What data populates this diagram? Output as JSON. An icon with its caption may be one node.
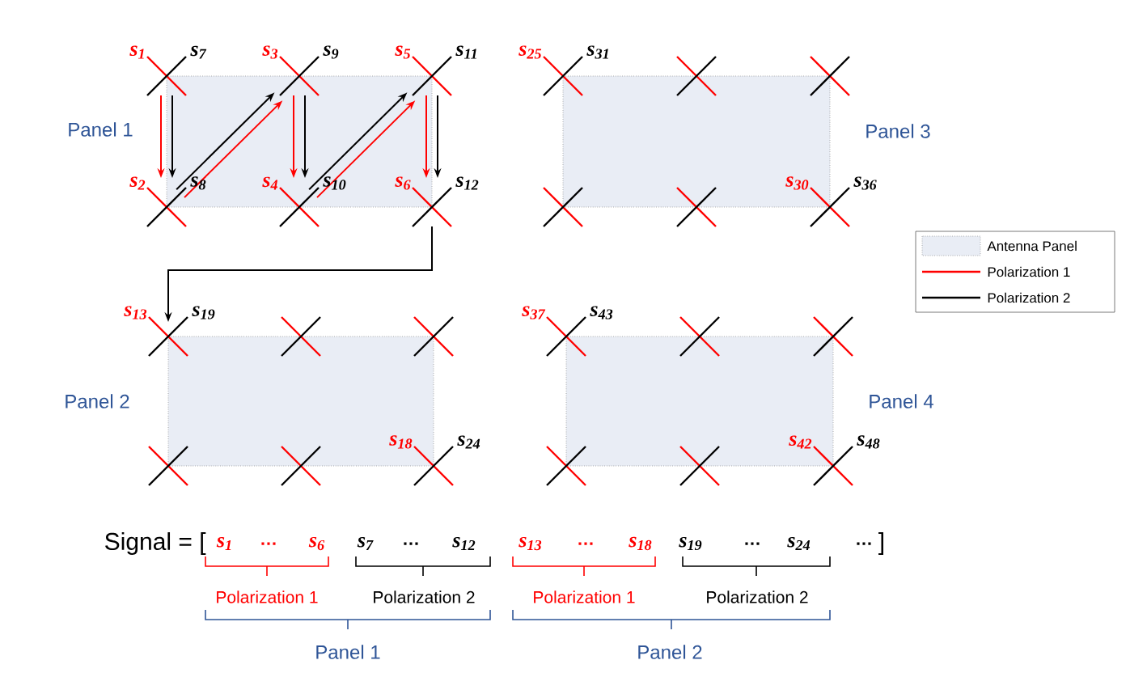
{
  "diagram": {
    "nodes": [
      {
        "text": [],
        "shape": "cross",
        "beside": [
          "s$_{1}$",
          "s$_{7}$"
        ]
      },
      {
        "text": [],
        "shape": "cross",
        "beside": [
          "s$_{3}$",
          "s$_{9}$"
        ]
      },
      {
        "text": [],
        "shape": "cross",
        "beside": [
          "s$_{5}$",
          "s$_{11}$"
        ]
      },
      {
        "text": [],
        "shape": "cross",
        "beside": [
          "s$_{2}$",
          "s$_{8}$"
        ]
      },
      {
        "text": [],
        "shape": "cross",
        "beside": [
          "s$_{4}$",
          "s$_{10}$"
        ]
      },
      {
        "text": [],
        "shape": "cross",
        "beside": [
          "s$_{6}$",
          "s$_{12}$"
        ]
      },
      {
        "text": [],
        "shape": "cross",
        "beside": [
          "s$_{25}$",
          "s$_{31}$"
        ]
      },
      {
        "text": [],
        "shape": "cross"
      },
      {
        "text": [],
        "shape": "cross"
      },
      {
        "text": [],
        "shape": "cross"
      },
      {
        "text": [],
        "shape": "cross"
      },
      {
        "text": [],
        "shape": "cross",
        "beside": [
          "s$_{30}$",
          "s$_{36}$"
        ]
      },
      {
        "text": [],
        "shape": "cross",
        "beside": [
          "s$_{13}$",
          "s$_{19}$"
        ]
      },
      {
        "text": [],
        "shape": "cross"
      },
      {
        "text": [],
        "shape": "cross"
      },
      {
        "text": [],
        "shape": "cross"
      },
      {
        "text": [],
        "shape": "cross"
      },
      {
        "text": [],
        "shape": "cross",
        "beside": [
          "s$_{18}$",
          "s$_{24}$"
        ]
      },
      {
        "text": [],
        "shape": "cross",
        "beside": [
          "s$_{37}$",
          "s$_{43}$"
        ]
      },
      {
        "text": [],
        "shape": "cross"
      },
      {
        "text": [],
        "shape": "cross"
      },
      {
        "text": [],
        "shape": "cross"
      },
      {
        "text": [],
        "shape": "cross"
      },
      {
        "text": [],
        "shape": "cross",
        "beside": [
          "s$_{42}$",
          "s$_{48}$"
        ]
      }
    ],
    "edges": [
      {
        "from": 0,
        "to": 3,
        "arrow": "to",
        "color": "#ff0000"
      },
      {
        "from": 0,
        "to": 3,
        "arrow": "to"
      },
      {
        "from": 3,
        "to": 1,
        "arrow": "to",
        "color": "#ff0000"
      },
      {
        "from": 3,
        "to": 1,
        "arrow": "to"
      },
      {
        "from": 1,
        "to": 4,
        "arrow": "to",
        "color": "#ff0000"
      },
      {
        "from": 1,
        "to": 4,
        "arrow": "to"
      },
      {
        "from": 4,
        "to": 2,
        "arrow": "to",
        "color": "#ff0000"
      },
      {
        "from": 4,
        "to": 2,
        "arrow": "to"
      },
      {
        "from": 2,
        "to": 5,
        "arrow": "to",
        "color": "#ff0000"
      },
      {
        "from": 2,
        "to": 5,
        "arrow": "to"
      },
      {
        "from": 5,
        "to": 12,
        "arrow": "to"
      }
    ],
    "labels": [
      "Panel 1",
      "Panel 3",
      "Panel 2",
      "Panel 4",
      "Signal = [",
      "s$_{1}$",
      "…",
      "s$_{6}$",
      "s$_{7}$",
      "…",
      "s$_{12}$",
      "s$_{13}$",
      "…",
      "s$_{18}$",
      "s$_{19}$",
      "…",
      "s$_{24}$",
      "…",
      "]",
      "Polarization 1",
      "Polarization 2",
      "Polarization 1",
      "Polarization 2",
      "Panel 1",
      "Panel 2"
    ],
    "legend": [
      {
        "text": "Antenna Panel",
        "color": "#e9edf5"
      },
      {
        "text": "Polarization 1"
      },
      {
        "text": "Polarization 2"
      }
    ]
  }
}
